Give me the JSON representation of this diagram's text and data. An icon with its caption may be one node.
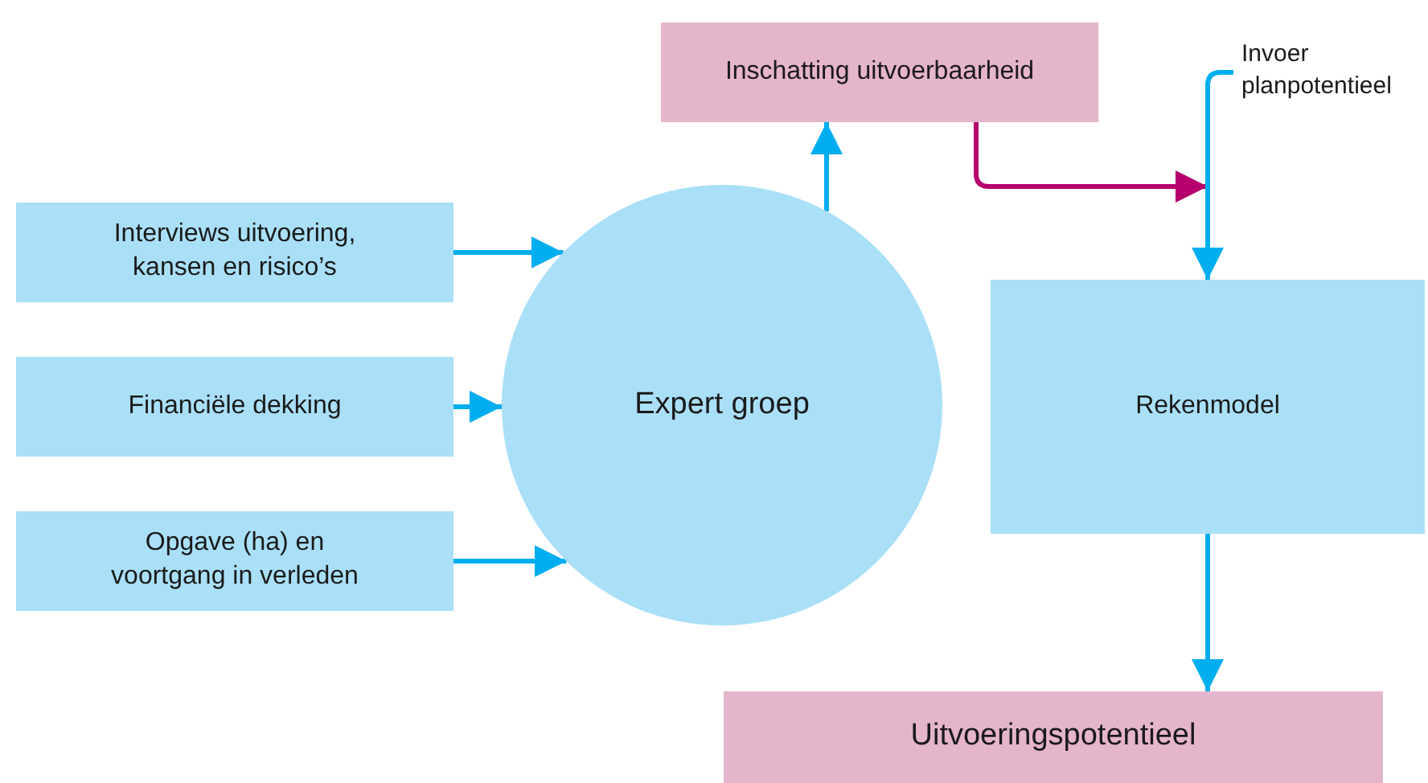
{
  "diagram": {
    "nodes": [
      {
        "text": [
          "Inschatting uitvoerbaarheid"
        ]
      },
      {
        "text": [
          "Invoer planpotentieel"
        ]
      },
      {
        "text": [
          "Interviews uitvoering, kansen en risico’s"
        ]
      },
      {
        "text": [
          "Financiële dekking"
        ]
      },
      {
        "text": [
          "Opgave (ha) en voortgang in verleden"
        ]
      },
      {
        "text": [
          "Expert groep"
        ]
      },
      {
        "text": [
          "Rekenmodel"
        ]
      },
      {
        "text": [
          "Uitvoeringspotentieel"
        ]
      }
    ],
    "edges": [
      {
        "from": 2,
        "to": 5,
        "arrow": "to"
      },
      {
        "from": 3,
        "to": 5,
        "arrow": "to"
      },
      {
        "from": 4,
        "to": 5,
        "arrow": "to"
      },
      {
        "from": 5,
        "to": 0,
        "arrow": "to"
      },
      {
        "from": 0,
        "to": 6,
        "arrow": "to",
        "color": "#b5006e"
      },
      {
        "from": 1,
        "to": 6,
        "arrow": "to"
      },
      {
        "from": 6,
        "to": 7,
        "arrow": "to"
      }
    ]
  }
}
